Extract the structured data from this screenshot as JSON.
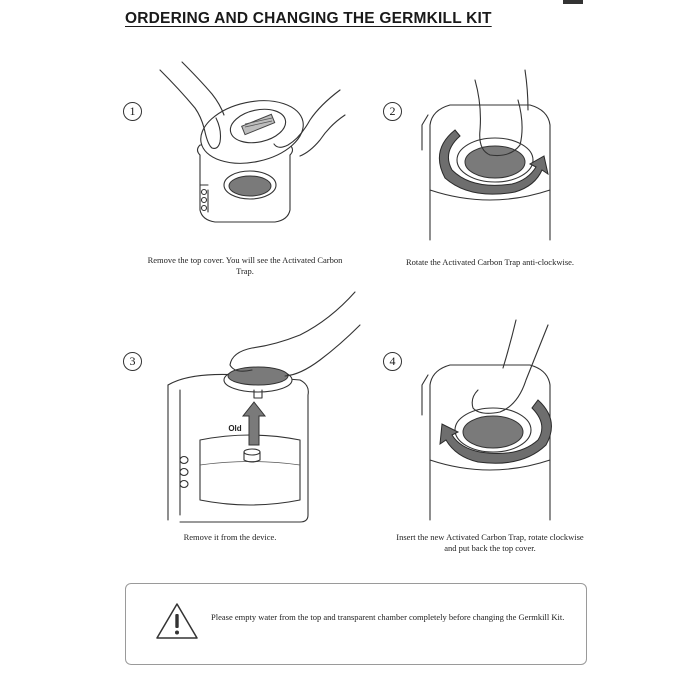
{
  "title": "ORDERING AND CHANGING THE GERMKILL KIT",
  "steps": [
    {
      "number": "1",
      "caption": "Remove the top cover. You will see the Activated Carbon Trap."
    },
    {
      "number": "2",
      "caption": "Rotate the Activated Carbon Trap anti-clockwise."
    },
    {
      "number": "3",
      "caption": "Remove it from the device.",
      "label": "Old"
    },
    {
      "number": "4",
      "caption": "Insert the new Activated Carbon Trap, rotate clockwise and put back the top cover."
    }
  ],
  "note": {
    "icon": "warning-icon",
    "text": "Please empty water from the top and transparent chamber completely before changing the Germkill Kit."
  }
}
